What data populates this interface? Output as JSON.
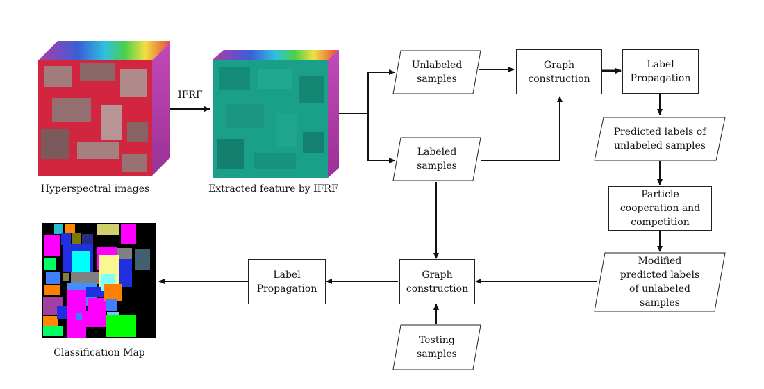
{
  "images": {
    "hyperspectral_caption": "Hyperspectral images",
    "feature_caption": "Extracted feature by IFRF",
    "classification_caption": "Classification Map"
  },
  "edge_labels": {
    "ifrf": "IFRF"
  },
  "nodes": {
    "unlabeled_samples": "Unlabeled\nsamples",
    "labeled_samples": "Labeled\nsamples",
    "graph_construction_top": "Graph\nconstruction",
    "label_propagation_top": "Label\nPropagation",
    "predicted_labels": "Predicted labels of\nunlabeled samples",
    "particle_cooperation": "Particle\ncooperation and\ncompetition",
    "modified_predicted": "Modified\npredicted labels\nof unlabeled\nsamples",
    "graph_construction_bottom": "Graph\nconstruction",
    "label_propagation_bottom": "Label\nPropagation",
    "testing_samples": "Testing\nsamples"
  },
  "colors": {
    "hsi_red": "#d81e3a",
    "feature_teal": "#1aa08a",
    "cube_side": "#b03aa8"
  }
}
